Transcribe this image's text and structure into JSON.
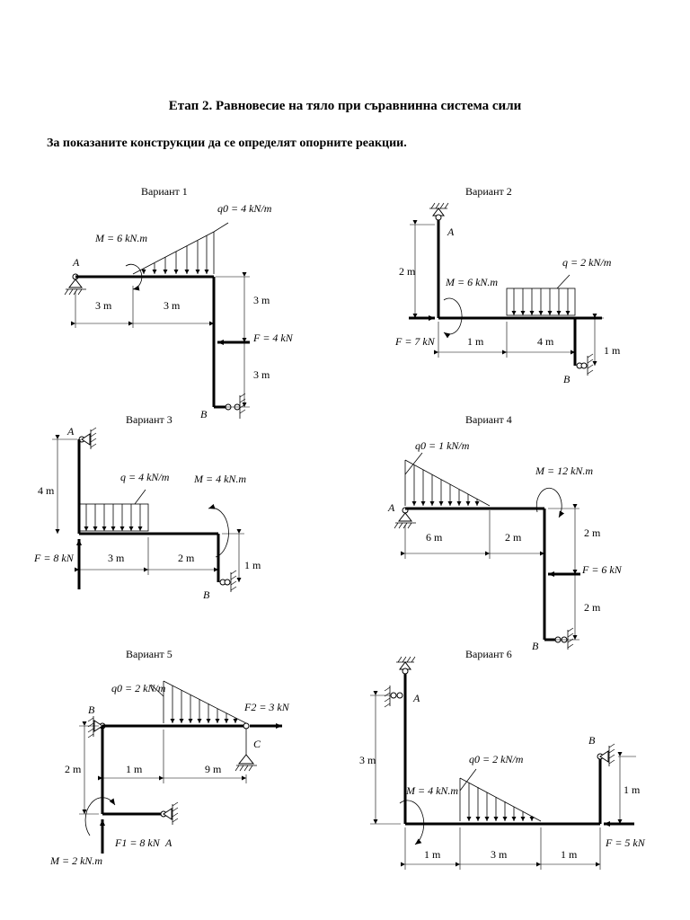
{
  "title": "Етап 2. Равновесие на тяло при съравнинна  система сили",
  "subtitle": "За показаните конструкции да се определят опорните реакции.",
  "variants": [
    {
      "label": "Вариант 1",
      "q0": "q0 = 4 kN/m",
      "moment": "M = 6 kN.m",
      "force": "F = 4 kN",
      "support_a": "A",
      "support_b": "B",
      "dims": [
        "3 m",
        "3 m",
        "3 m",
        "3 m"
      ]
    },
    {
      "label": "Вариант 2",
      "q": "q = 2 kN/m",
      "moment": "M = 6 kN.m",
      "force": "F = 7 kN",
      "support_a": "A",
      "support_b": "B",
      "dims": [
        "2 m",
        "1 m",
        "4 m",
        "1 m"
      ]
    },
    {
      "label": "Вариант 3",
      "q": "q = 4 kN/m",
      "moment": "M = 4 kN.m",
      "force": "F = 8 kN",
      "support_a": "A",
      "support_b": "B",
      "dims": [
        "4 m",
        "3 m",
        "2 m",
        "1 m"
      ]
    },
    {
      "label": "Вариант 4",
      "q0": "q0 = 1 kN/m",
      "moment": "M = 12 kN.m",
      "force": "F = 6 kN",
      "support_a": "A",
      "support_b": "B",
      "dims": [
        "6 m",
        "2 m",
        "2 m",
        "2 m"
      ]
    },
    {
      "label": "Вариант 5",
      "q0": "q0 = 2 kN/m",
      "f2": "F2 = 3 kN",
      "f1": "F1 = 8 kN",
      "moment": "M = 2 kN.m",
      "support_a": "A",
      "support_b": "B",
      "support_c": "C",
      "dims": [
        "2 m",
        "1 m",
        "9 m"
      ]
    },
    {
      "label": "Вариант 6",
      "q0": "q0 = 2 kN/m",
      "moment": "M = 4 kN.m",
      "force": "F = 5 kN",
      "support_a": "A",
      "support_b": "B",
      "dims": [
        "3 m",
        "1 m",
        "1 m",
        "3 m",
        "1 m"
      ]
    }
  ]
}
